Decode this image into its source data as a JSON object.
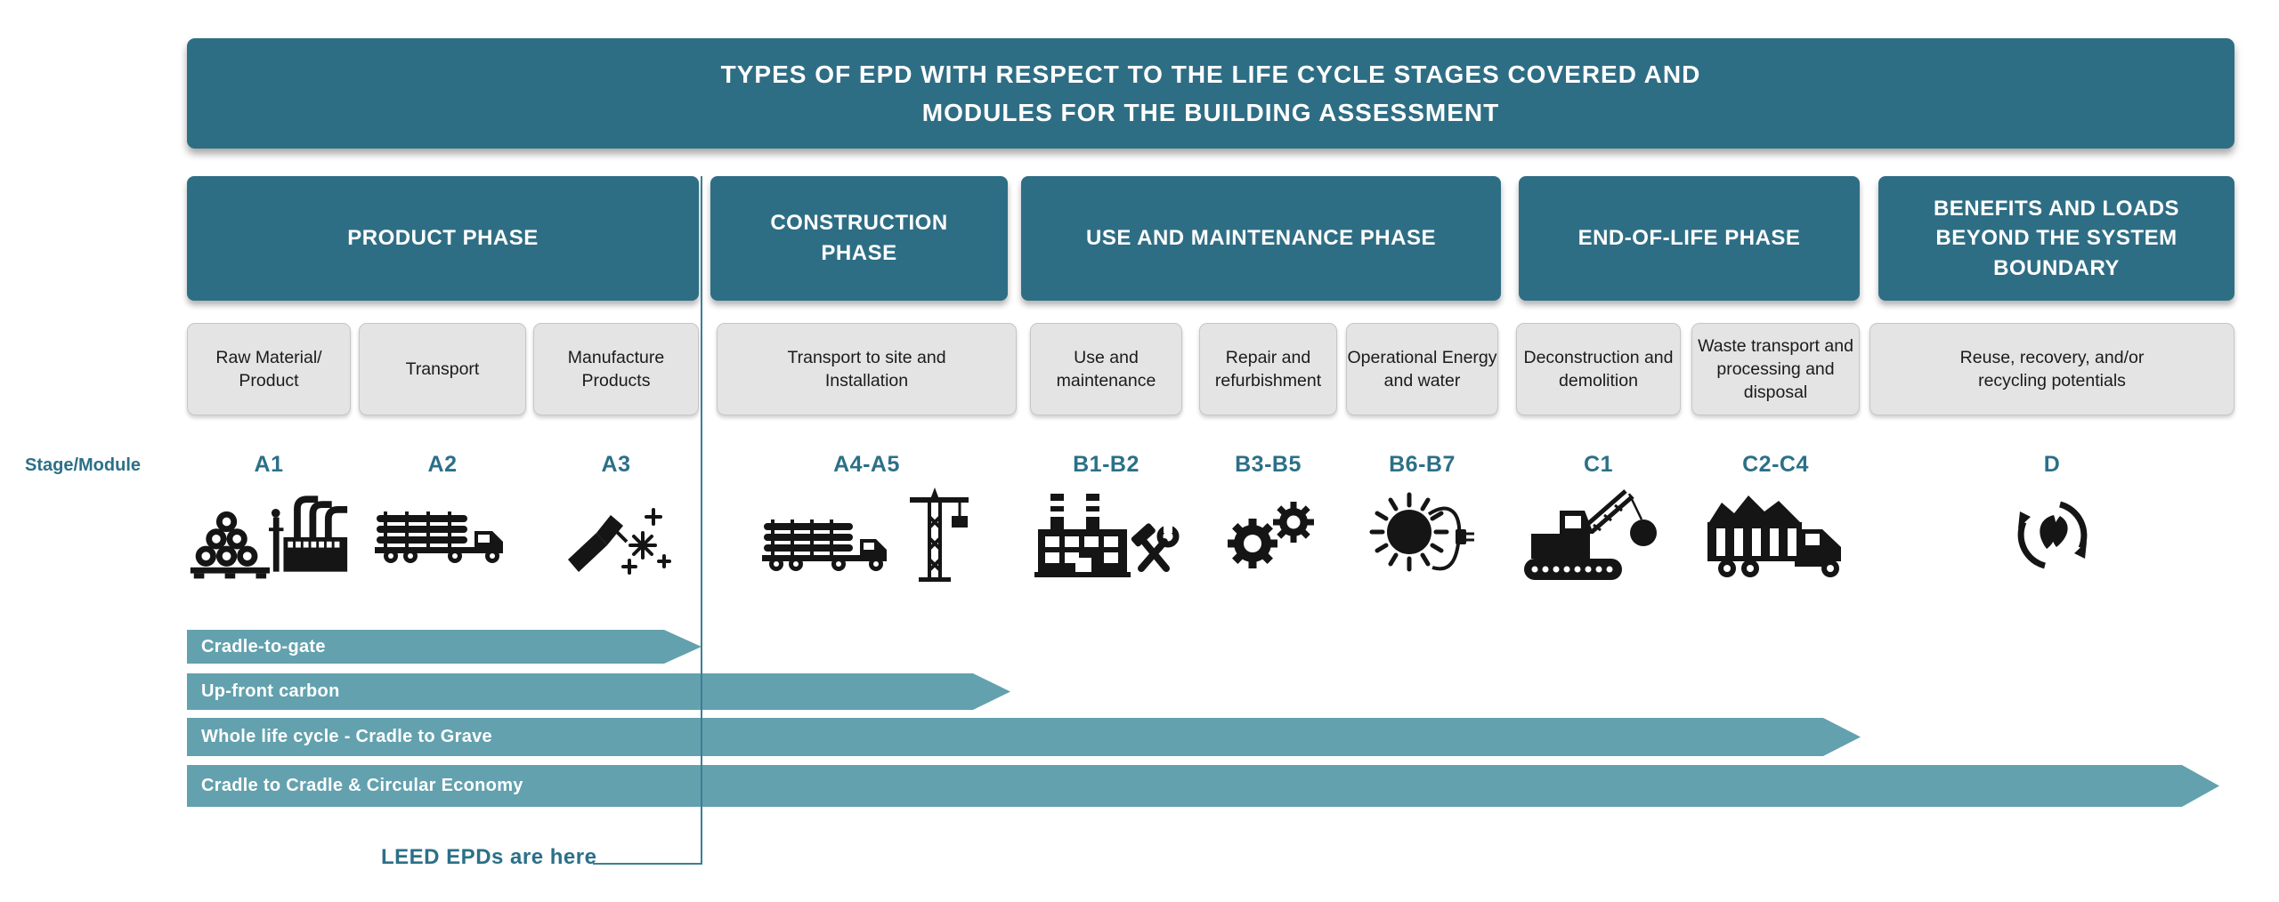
{
  "title": {
    "line1": "TYPES OF EPD WITH RESPECT TO THE LIFE CYCLE STAGES COVERED AND",
    "line2": "MODULES FOR THE BUILDING ASSESSMENT"
  },
  "colors": {
    "header_teal": "#2e6e85",
    "arrow_teal": "#63a1ae",
    "module_box_gray": "#e4e4e4",
    "teal_text": "#2b7088",
    "icon_black": "#151515"
  },
  "stage_module_label": "Stage/Module",
  "phases": [
    {
      "label": "PRODUCT PHASE"
    },
    {
      "label": "CONSTRUCTION PHASE"
    },
    {
      "label": "USE AND MAINTENANCE PHASE"
    },
    {
      "label": "END-OF-LIFE PHASE"
    },
    {
      "label": "BENEFITS AND LOADS BEYOND THE SYSTEM BOUNDARY"
    }
  ],
  "modules": [
    {
      "label": "Raw Material/ Product",
      "stage": "A1",
      "icon": "logs-and-factory-icon"
    },
    {
      "label": "Transport",
      "stage": "A2",
      "icon": "logging-truck-icon"
    },
    {
      "label": "Manufacture Products",
      "stage": "A3",
      "icon": "welding-torch-icon"
    },
    {
      "label": "Transport to site and Installation",
      "stage": "A4-A5",
      "icon": "truck-and-crane-icon"
    },
    {
      "label": "Use and maintenance",
      "stage": "B1-B2",
      "icon": "building-and-tools-icon"
    },
    {
      "label": "Repair and refurbishment",
      "stage": "B3-B5",
      "icon": "gears-icon"
    },
    {
      "label": "Operational Energy and water",
      "stage": "B6-B7",
      "icon": "sun-and-plug-icon"
    },
    {
      "label": "Deconstruction and demolition",
      "stage": "C1",
      "icon": "demolition-crane-icon"
    },
    {
      "label": "Waste transport and processing and disposal",
      "stage": "C2-C4",
      "icon": "waste-truck-icon"
    },
    {
      "label": "Reuse, recovery, and/or recycling potentials",
      "stage": "D",
      "icon": "recycling-leaves-icon"
    }
  ],
  "arrows": [
    {
      "label": "Cradle-to-gate"
    },
    {
      "label": "Up-front carbon"
    },
    {
      "label": "Whole life cycle - Cradle to Grave"
    },
    {
      "label": "Cradle to Cradle & Circular Economy"
    }
  ],
  "leed_note": "LEED EPDs are here"
}
